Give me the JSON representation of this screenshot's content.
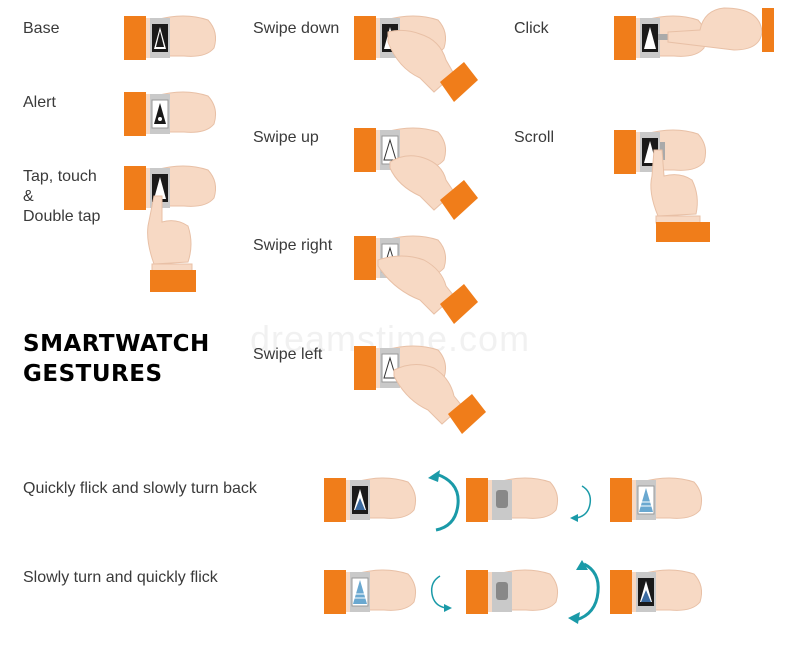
{
  "gestures": {
    "base": "Base",
    "alert": "Alert",
    "tap": [
      "Tap, touch",
      "&",
      "Double tap"
    ],
    "swipe_down": "Swipe down",
    "swipe_up": "Swipe up",
    "swipe_right": "Swipe right",
    "swipe_left": "Swipe left",
    "click": "Click",
    "scroll": "Scroll"
  },
  "title": [
    "SMARTWATCH",
    "GESTURES"
  ],
  "rotations": {
    "flick_turn_back": "Quickly flick and slowly turn back",
    "turn_flick": "Slowly turn and quickly flick"
  },
  "watermark": "dreamstime.com",
  "colors": {
    "sleeve": "#f07d1a",
    "skin": "#f7d9c4",
    "skin_outline": "#e8c0a6",
    "strap": "#c9c9c9",
    "screen_dark": "#1a1a1a",
    "rotation_arrow": "#1a9aa8"
  }
}
